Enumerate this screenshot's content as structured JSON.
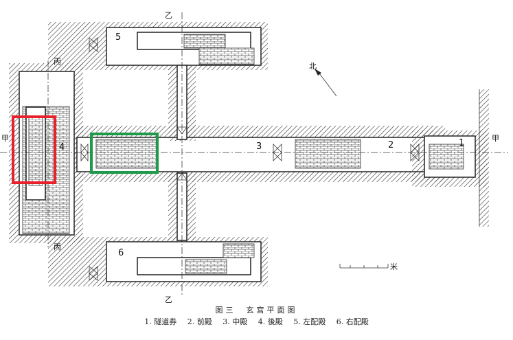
{
  "labels": {
    "section_jia": "甲",
    "section_yi": "乙",
    "section_bing": "丙",
    "north_mark": "北"
  },
  "room_numbers": [
    "1",
    "2",
    "3",
    "4",
    "5",
    "6"
  ],
  "caption": {
    "figure_title": "图三　玄宫平面图",
    "legend": [
      "1. 隧道券",
      "2. 前殿",
      "3. 中殿",
      "4. 後殿",
      "5. 左配殿",
      "6. 右配殿"
    ]
  },
  "scale_bar": {
    "unit_label": "米"
  },
  "highlights": {
    "red_color": "#e8222b",
    "green_color": "#1e9a4a"
  }
}
